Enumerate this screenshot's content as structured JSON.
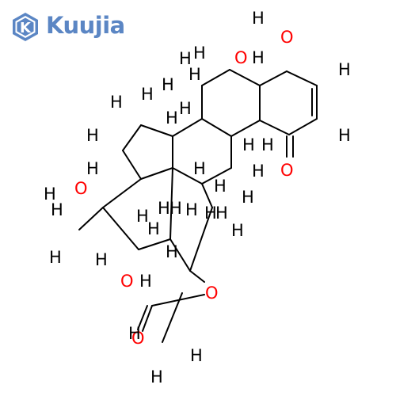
{
  "logo": {
    "text": "Kuujia",
    "mark_letter": "K",
    "color": "#5b86c4"
  },
  "colors": {
    "bond": "#000000",
    "hydrogen": "#000000",
    "oxygen": "#ff0000"
  },
  "atoms": {
    "hydrogen": "H",
    "oxygen": "O"
  }
}
